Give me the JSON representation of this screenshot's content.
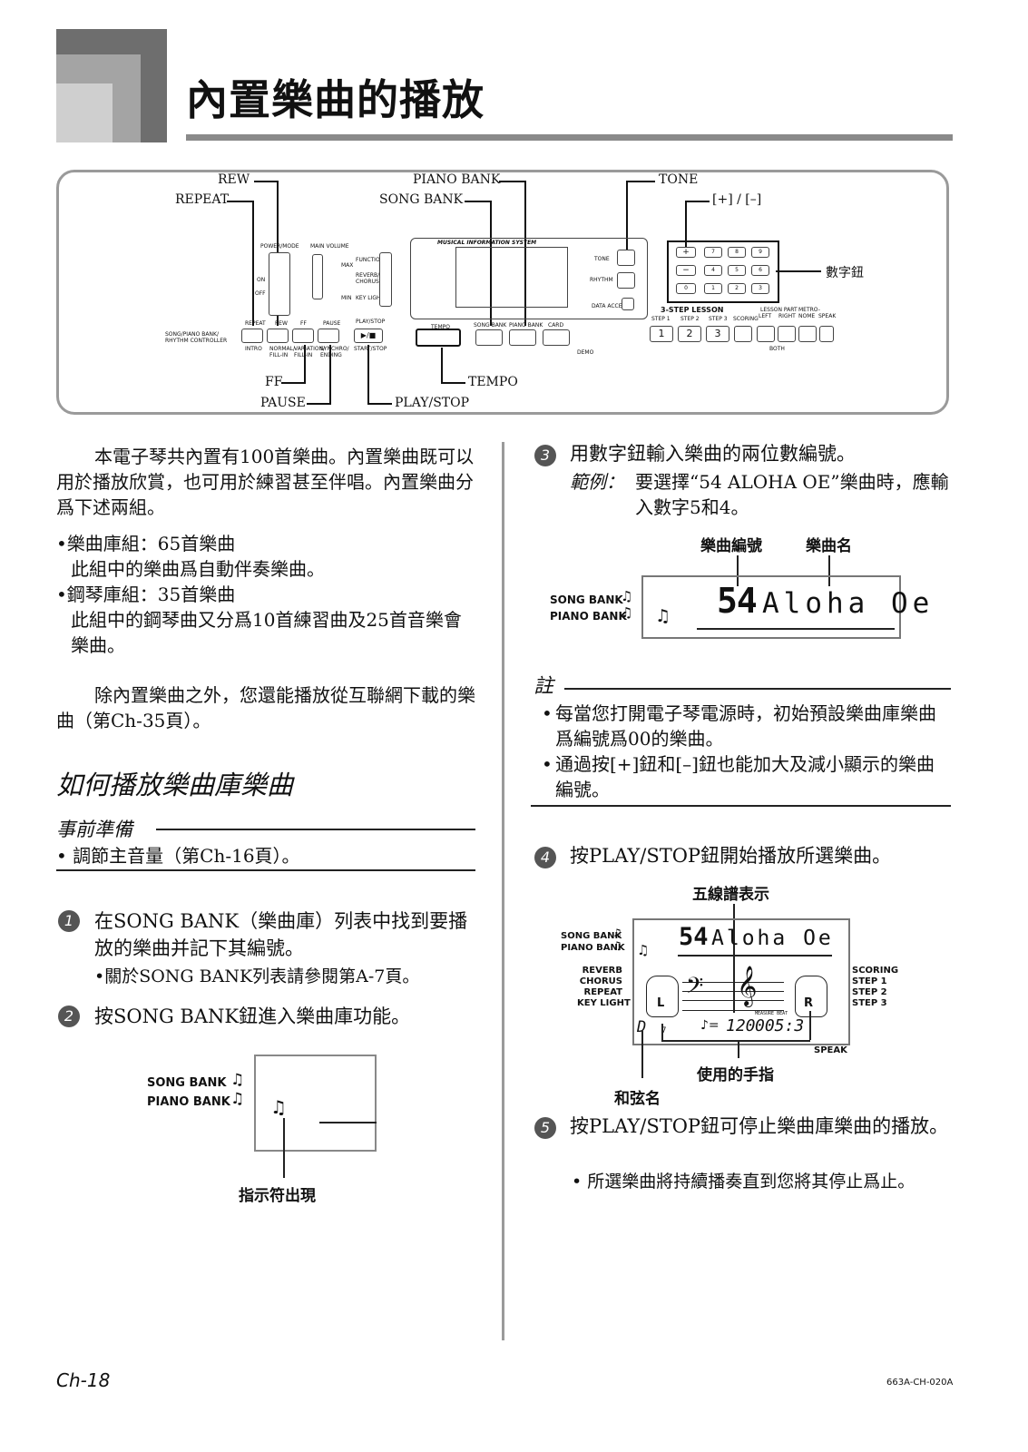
{
  "header": {
    "title": "內置樂曲的播放"
  },
  "panel": {
    "labels": {
      "rew": "REW",
      "repeat": "REPEAT",
      "piano_bank": "PIANO BANK",
      "song_bank": "SONG BANK",
      "tone": "TONE",
      "plus_minus": "[+] / [–]",
      "number_buttons": "數字鈕",
      "ff": "FF",
      "pause": "PAUSE",
      "tempo": "TEMPO",
      "play_stop": "PLAY/STOP"
    },
    "small": {
      "power_mode": "POWER/MODE",
      "main_volume": "MAIN VOLUME",
      "function": "FUNCTION",
      "reverb_chorus": "REVERB/ CHORUS",
      "key_light": "KEY LIGHT",
      "max": "MAX",
      "min": "MIN",
      "on": "ON",
      "off": "OFF",
      "mis": "MUSICAL INFORMATION SYSTEM",
      "tone_small": "TONE",
      "rhythm": "RHYTHM",
      "data_access": "DATA ACCESS",
      "controller": "SONG/PIANO BANK/ RHYTHM CONTROLLER",
      "repeat_s": "REPEAT",
      "rew_s": "REW",
      "ff_s": "FF",
      "pause_s": "PAUSE",
      "play_stop_s": "PLAY/STOP",
      "intro": "INTRO",
      "normal_fill": "NORMAL/ FILL-IN",
      "variation": "VARIATION/ FILL-IN",
      "synchro": "SYNCHRO/ ENDING",
      "start_stop": "START/STOP",
      "tempo_s": "TEMPO",
      "song_bank_s": "SONG BANK",
      "piano_bank_s": "PIANO BANK",
      "card": "CARD",
      "demo": "DEMO",
      "lesson": "3-STEP LESSON",
      "step1": "STEP 1",
      "step2": "STEP 2",
      "step3": "STEP 3",
      "scoring": "SCORING",
      "lesson_part": "LESSON PART",
      "left": "LEFT",
      "right": "RIGHT",
      "metronome": "METRO- NOME",
      "speak": "SPEAK",
      "both": "BOTH",
      "keys": [
        "7",
        "8",
        "9",
        "4",
        "5",
        "6",
        "0",
        "1",
        "2",
        "3"
      ],
      "lesson_keys": [
        "1",
        "2",
        "3"
      ]
    }
  },
  "left": {
    "intro": "本電子琴共內置有100首樂曲。內置樂曲既可以用於播放欣賞，也可用於練習甚至伴唱。內置樂曲分爲下述兩組。",
    "bullets": [
      {
        "head": "•樂曲庫組：65首樂曲",
        "body": "此組中的樂曲爲自動伴奏樂曲。"
      },
      {
        "head": "•鋼琴庫組：35首樂曲",
        "body": "此組中的鋼琴曲又分爲10首練習曲及25首音樂會樂曲。"
      }
    ],
    "download_note": "除內置樂曲之外，您還能播放從互聯網下載的樂曲（第Ch-35頁）。",
    "section_title": "如何播放樂曲庫樂曲",
    "prep_title": "事前準備",
    "prep_item": "• 調節主音量（第Ch-16頁）。",
    "step1": {
      "num": "1",
      "text": "在SONG BANK（樂曲庫）列表中找到要播放的樂曲并記下其編號。",
      "sub": "•關於SONG BANK列表請參閱第A-7頁。"
    },
    "step2": {
      "num": "2",
      "text": "按SONG BANK鈕進入樂曲庫功能。"
    },
    "display": {
      "song_bank": "SONG BANK",
      "piano_bank": "PIANO BANK",
      "caption": "指示符出現"
    }
  },
  "right": {
    "step3": {
      "num": "3",
      "text": "用數字鈕輸入樂曲的兩位數編號。",
      "example_label": "範例：",
      "example_text": "要選擇“54 ALOHA OE”樂曲時，應輸入數字5和4。"
    },
    "display3": {
      "song_number_caption": "樂曲編號",
      "song_name_caption": "樂曲名",
      "song_bank": "SONG BANK",
      "piano_bank": "PIANO BANK",
      "number": "54",
      "name": "Aloha Oe"
    },
    "note_title": "註",
    "notes": [
      "每當您打開電子琴電源時，初始預設樂曲庫樂曲爲編號爲00的樂曲。",
      "通過按[+]鈕和[–]鈕也能加大及減小顯示的樂曲編號。"
    ],
    "step4": {
      "num": "4",
      "text": "按PLAY/STOP鈕開始播放所選樂曲。"
    },
    "display4": {
      "staff_caption": "五線譜表示",
      "fingers_caption": "使用的手指",
      "chord_caption": "和弦名",
      "song_bank": "SONG BANK",
      "piano_bank": "PIANO BANK",
      "number": "54",
      "name": "Aloha Oe",
      "left_labels": [
        "REVERB",
        "CHORUS",
        "REPEAT",
        "KEY LIGHT"
      ],
      "right_labels": [
        "SCORING",
        "STEP 1",
        "STEP 2",
        "STEP 3"
      ],
      "speak": "SPEAK",
      "hand_l": "L",
      "hand_r": "R",
      "chord": "D",
      "chord_small": "7",
      "tempo": "120",
      "measure_beat": "005:3",
      "measure_beat_label": "MEASURE BEAT"
    },
    "step5": {
      "num": "5",
      "text": "按PLAY/STOP鈕可停止樂曲庫樂曲的播放。",
      "sub": "• 所選樂曲將持續播奏直到您將其停止爲止。"
    }
  },
  "footer": {
    "page": "Ch-18",
    "code": "663A-CH-020A"
  }
}
